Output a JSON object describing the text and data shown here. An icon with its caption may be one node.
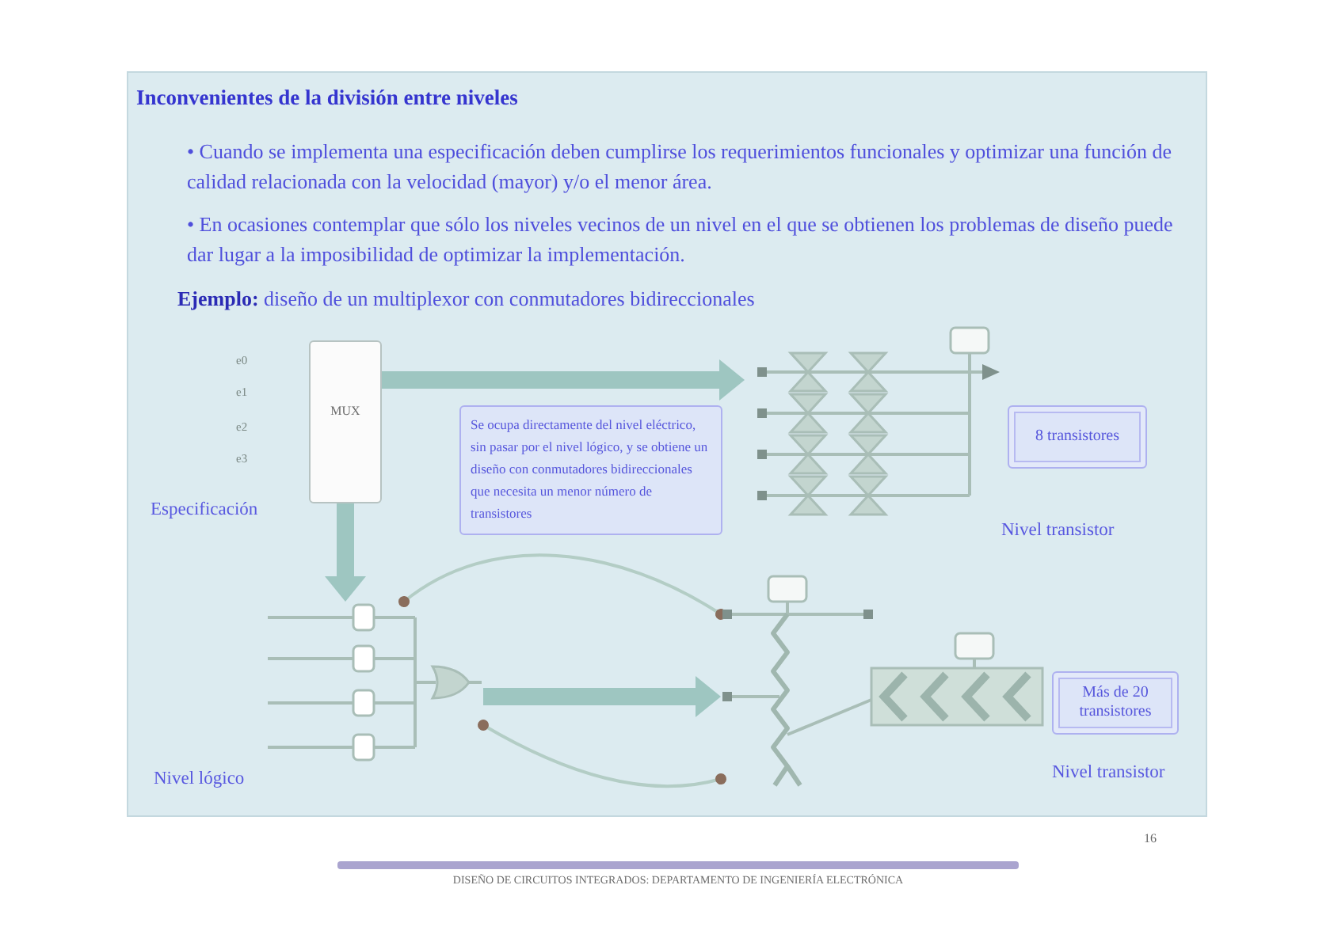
{
  "diagram": {
    "title": "Inconvenientes de la división entre niveles",
    "nodes": [
      {
        "text": [
          "MUX"
        ],
        "beside": [
          "Especificación"
        ]
      },
      {
        "text": [
          "Se ocupa directamente del nivel eléctrico, sin pasar por el nivel lógico, y se obtiene un diseño con conmutadores bidireccionales que necesita un menor número de transistores"
        ]
      },
      {
        "text": [],
        "shape": "picture",
        "beside": [
          "Nivel transistor"
        ]
      },
      {
        "text": [
          "8 transistores"
        ]
      },
      {
        "text": [],
        "shape": "picture",
        "beside": [
          "Nivel lógico"
        ]
      },
      {
        "text": [],
        "shape": "picture",
        "beside": [
          "Nivel transistor"
        ]
      },
      {
        "text": [
          "Más de 20 transistores"
        ]
      }
    ],
    "edges": [
      {
        "from": 0,
        "to": 2,
        "arrow": "to"
      },
      {
        "from": 0,
        "to": 4,
        "arrow": "to"
      },
      {
        "from": 4,
        "to": 5,
        "arrow": "to"
      },
      {
        "from": 4,
        "to": 5,
        "arrow": "other",
        "color": "#b3cdc5"
      },
      {
        "from": 4,
        "to": 5,
        "arrow": "other",
        "color": "#b3cdc5"
      }
    ],
    "labels": [
      "• Cuando se implementa una especificación deben cumplirse los requerimientos funcionales y optimizar una función de calidad relacionada con la velocidad (mayor) y/o el menor área.",
      "• En ocasiones contemplar que sólo los niveles vecinos de un nivel en el que se obtienen los problemas de diseño puede dar lugar a la imposibilidad de optimizar la implementación.",
      "**Ejemplo:** diseño de un multiplexor con conmutadores bidireccionales",
      "e0",
      "e1",
      "e2",
      "e3",
      "16",
      "DISEÑO DE CIRCUITOS INTEGRADOS: DEPARTAMENTO DE INGENIERÍA ELECTRÓNICA"
    ]
  }
}
